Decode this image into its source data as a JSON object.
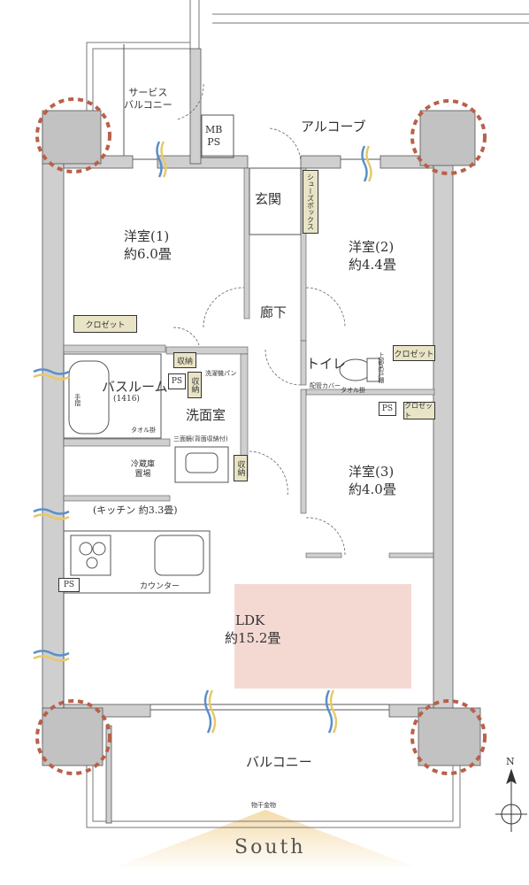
{
  "rooms": {
    "service_balcony": "サービス\nバルコニー",
    "alcove": "アルコーブ",
    "mbps": "MB\nPS",
    "entrance": "玄関",
    "shoe_box": "シューズボックス",
    "western1_name": "洋室(1)",
    "western1_size": "約6.0畳",
    "western2_name": "洋室(2)",
    "western2_size": "約4.4畳",
    "western3_name": "洋室(3)",
    "western3_size": "約4.0畳",
    "corridor": "廊下",
    "toilet": "トイレ",
    "bathroom": "バスルーム",
    "bathroom_size": "(1416)",
    "washroom": "洗面室",
    "kitchen": "(キッチン 約3.3畳)",
    "ldk_name": "LDK",
    "ldk_size": "約15.2畳",
    "balcony": "バルコニー"
  },
  "fixtures": {
    "closet": "クロゼット",
    "storage": "収納",
    "ps": "PS",
    "laundry_pan": "洗濯機パン",
    "fridge": "冷蔵庫\n置場",
    "counter": "カウンター",
    "mirror": "三面鏡(背面収納付)",
    "towel": "タオル掛",
    "hook": "手摺",
    "pipe_cover": "配管カバー",
    "shelf": "上部吊戸棚",
    "laundry_hanger": "物干金物"
  },
  "compass": {
    "north": "N"
  },
  "orientation": {
    "south": "South"
  },
  "colors": {
    "wall": "#cfcfcf",
    "closet_fill": "#e9e4c6",
    "ldk_highlight": "#f4d9d3",
    "column_dash": "#b9604a",
    "airflow_blue": "#5b8fc9",
    "airflow_yellow": "#e7c96a",
    "south_gradient": "#f3d8a2"
  }
}
